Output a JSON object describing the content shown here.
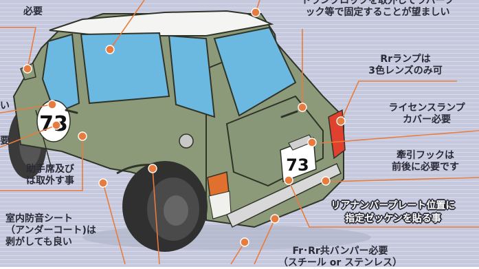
{
  "labels": {
    "top_left_fragment": "必要",
    "trunk_lock": [
      "トランクロックを取外してラバーフ",
      "ック等で固定することが望ましい"
    ],
    "rear_lamp": [
      "Rrランプは",
      "3色レンズのみ可"
    ],
    "license_lamp": [
      "ライセンスランプ",
      "カバー必要"
    ],
    "tow_hook": [
      "牽引フックは",
      "前後に必要です"
    ],
    "left_fragment_1": "い",
    "left_fragment_2": "要",
    "passenger_seat": [
      "助手席及び",
      "は取外す事"
    ],
    "sound_sheet": [
      "室内防音シート",
      "（アンダーコート)は",
      "剥がしても良い"
    ],
    "rear_plate": [
      "リアナンバープレート位置に",
      "指定ゼッケンを貼る事"
    ],
    "bumper": [
      "Fr･Rr共バンパー必要",
      "（スチール or ステンレス）"
    ]
  },
  "car": {
    "door_number": "73",
    "plate_number": "73"
  },
  "colors": {
    "body": "#8c9a7a",
    "roof": "#f4f4f2",
    "glass": "#6bb8e0",
    "callout": "#e87b3e",
    "background": "#c9ccdf"
  }
}
